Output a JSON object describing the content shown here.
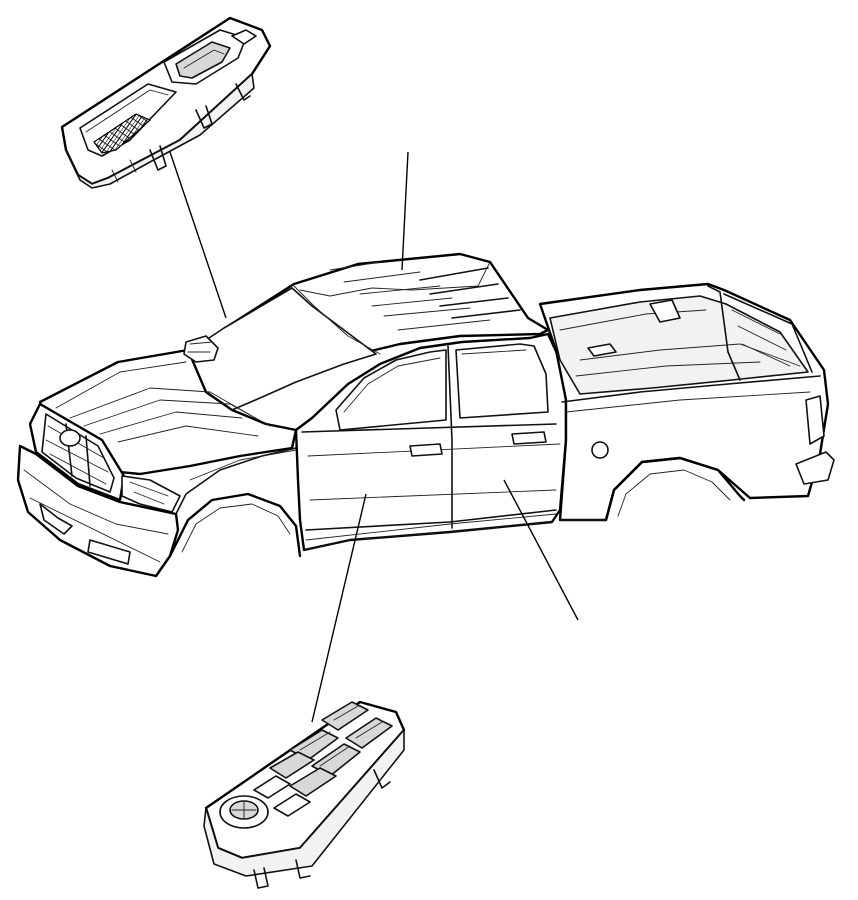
{
  "diagram": {
    "parts": [
      {
        "id": "passenger-window-switch",
        "icon": "single-window-switch-icon"
      },
      {
        "id": "driver-master-window-switch",
        "icon": "multi-window-switch-icon"
      },
      {
        "id": "pickup-truck-body",
        "icon": "crew-cab-truck-icon"
      }
    ],
    "callouts": [
      {
        "from": "passenger-window-switch",
        "to": "passenger-door-trim"
      },
      {
        "from": "roof",
        "to": "none"
      },
      {
        "from": "driver-master-window-switch",
        "to": "front-door"
      },
      {
        "from": "rear-door",
        "to": "none"
      }
    ]
  },
  "colors": {
    "line": "#000000",
    "background": "#ffffff"
  }
}
